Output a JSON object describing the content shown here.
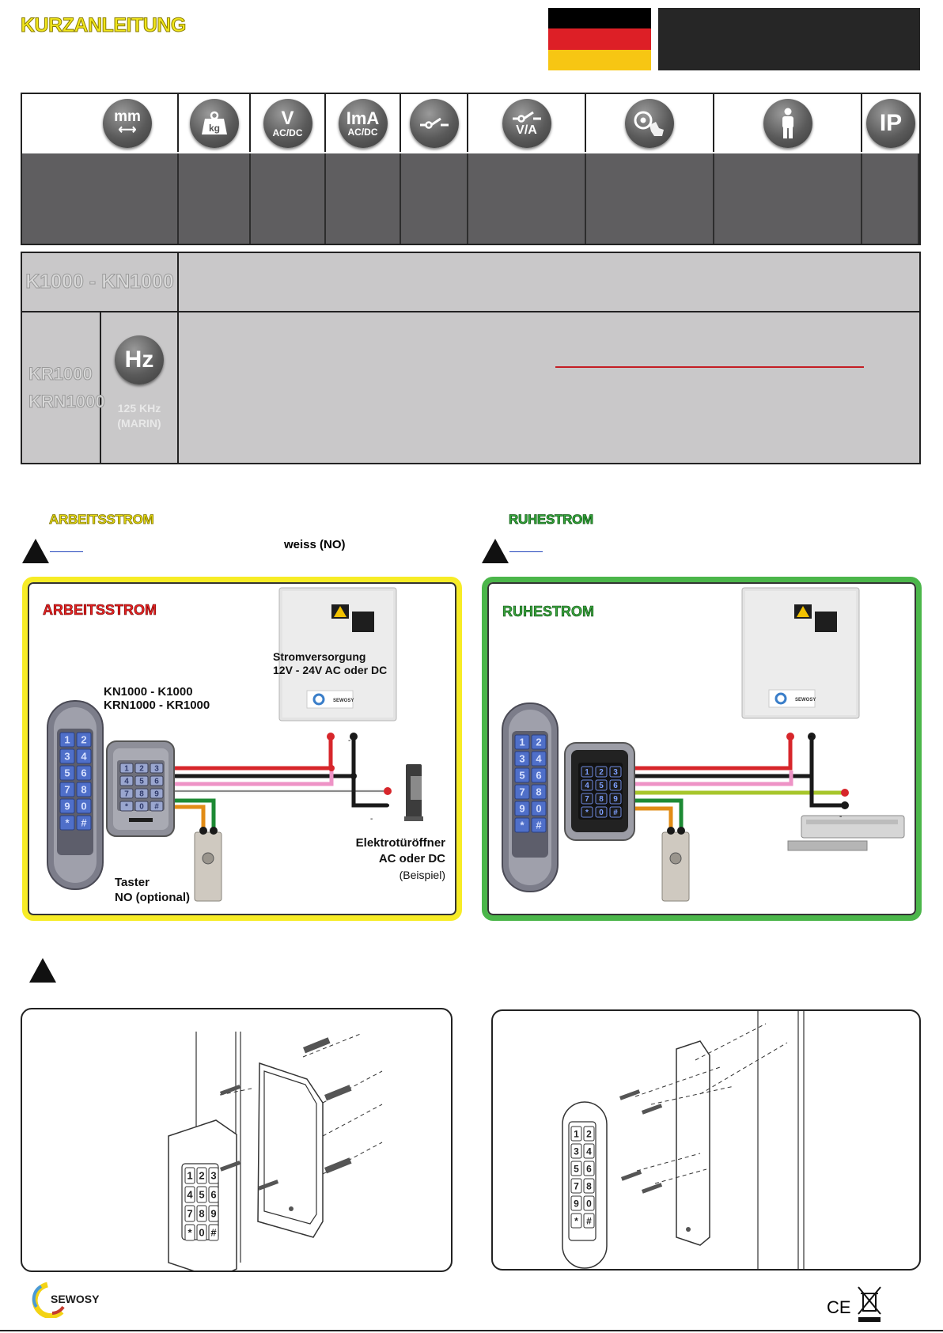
{
  "header": {
    "title": "KURZANLEITUNG",
    "flag_colors": [
      "#000000",
      "#dd1f26",
      "#f7c613"
    ]
  },
  "spec_icons": [
    {
      "name": "dimensions-icon",
      "line1": "mm",
      "line2": "⟷"
    },
    {
      "name": "weight-icon",
      "line1": "kg",
      "line2": ""
    },
    {
      "name": "voltage-icon",
      "line1": "V",
      "line2": "AC/DC"
    },
    {
      "name": "current-icon",
      "line1": "ImA",
      "line2": "AC/DC"
    },
    {
      "name": "relay-icon",
      "line1": "⊸⁄",
      "line2": ""
    },
    {
      "name": "relay-rating-icon",
      "line1": "⊸⁄",
      "line2": "V/A"
    },
    {
      "name": "button-icon",
      "line1": "⊙☞",
      "line2": ""
    },
    {
      "name": "user-icon",
      "line1": "👤",
      "line2": ""
    },
    {
      "name": "ip-icon",
      "line1": "IP",
      "line2": ""
    }
  ],
  "models": {
    "row1_name": "K1000 - KN1000",
    "row2_name_a": "KR1000",
    "row2_name_b": "KRN1000",
    "hz_icon": "Hz",
    "frequency_line1": "125 KHz",
    "frequency_line2": "(MARIN)"
  },
  "sections": {
    "left_title": "ARBEITSSTROM",
    "left_note": "weiss (NO)",
    "right_title": "RUHESTROM"
  },
  "wiring_left": {
    "label": "ARBEITSSTROM",
    "psu_line1": "Stromversorgung",
    "psu_line2": "12V - 24V AC oder DC",
    "models_line1": "KN1000 - K1000",
    "models_line2": "KRN1000 - KR1000",
    "lock_line1": "Elektrotüröffner",
    "lock_line2": "AC oder DC",
    "lock_note": "(Beispiel)",
    "button_line1": "Taster",
    "button_line2": "NO (optional)",
    "minus": "-",
    "brand_small": "SEWOSY"
  },
  "wiring_right": {
    "label": "RUHESTROM",
    "minus": "-",
    "brand_small": "SEWOSY"
  },
  "footer": {
    "brand": "SEWOSY",
    "ce_mark": "CE",
    "weee_icon": "crossed-bin"
  },
  "keypad_keys": [
    "1",
    "2",
    "3",
    "4",
    "5",
    "6",
    "7",
    "8",
    "9",
    "*",
    "0",
    "#"
  ],
  "keypad_narrow_keys": [
    "1",
    "2",
    "3",
    "4",
    "5",
    "6",
    "7",
    "8",
    "9",
    "0",
    "*",
    "#"
  ],
  "wire_colors": {
    "red": "#d7262b",
    "black": "#1a1a1a",
    "white": "#f2f2f2",
    "pink": "#ee93c6",
    "green": "#1d8a34",
    "orange": "#e28c16",
    "lime": "#a7c62b"
  }
}
